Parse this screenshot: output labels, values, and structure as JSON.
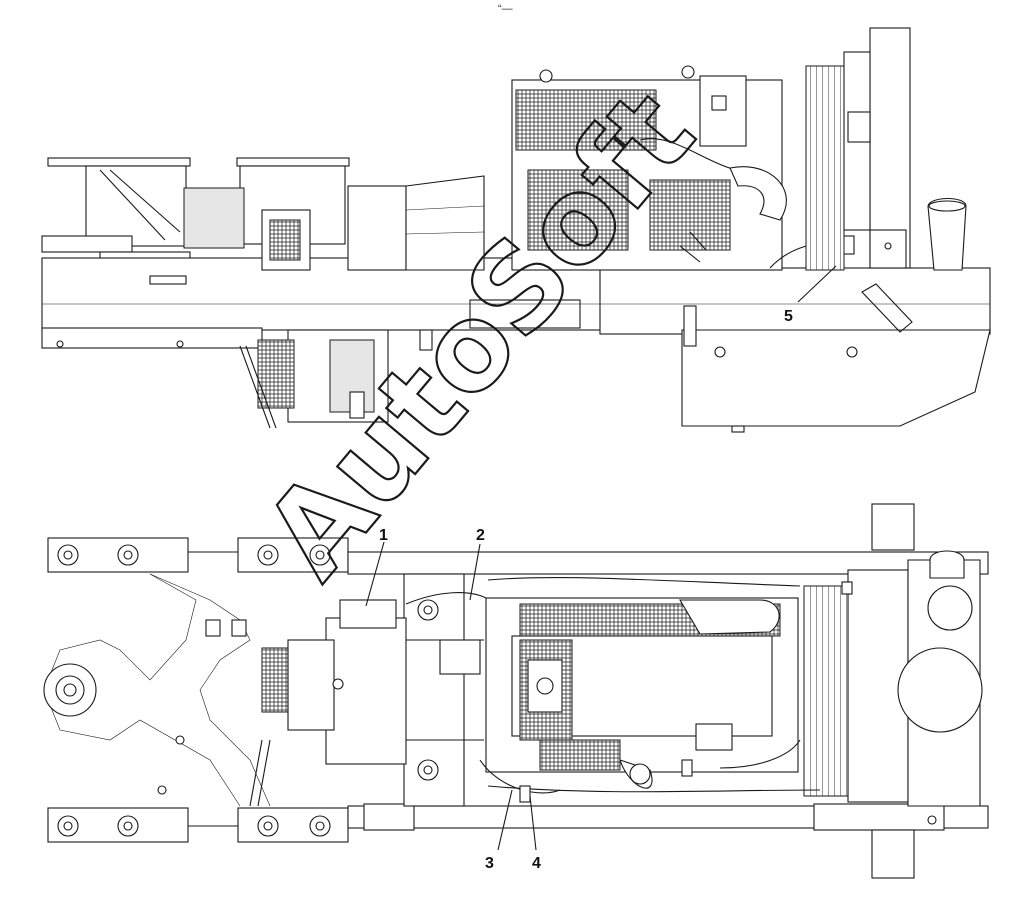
{
  "top_mark": "“—",
  "watermark": "AutoSoft",
  "callouts": {
    "c1": "1",
    "c2": "2",
    "c3": "3",
    "c4": "4",
    "c5": "5"
  }
}
